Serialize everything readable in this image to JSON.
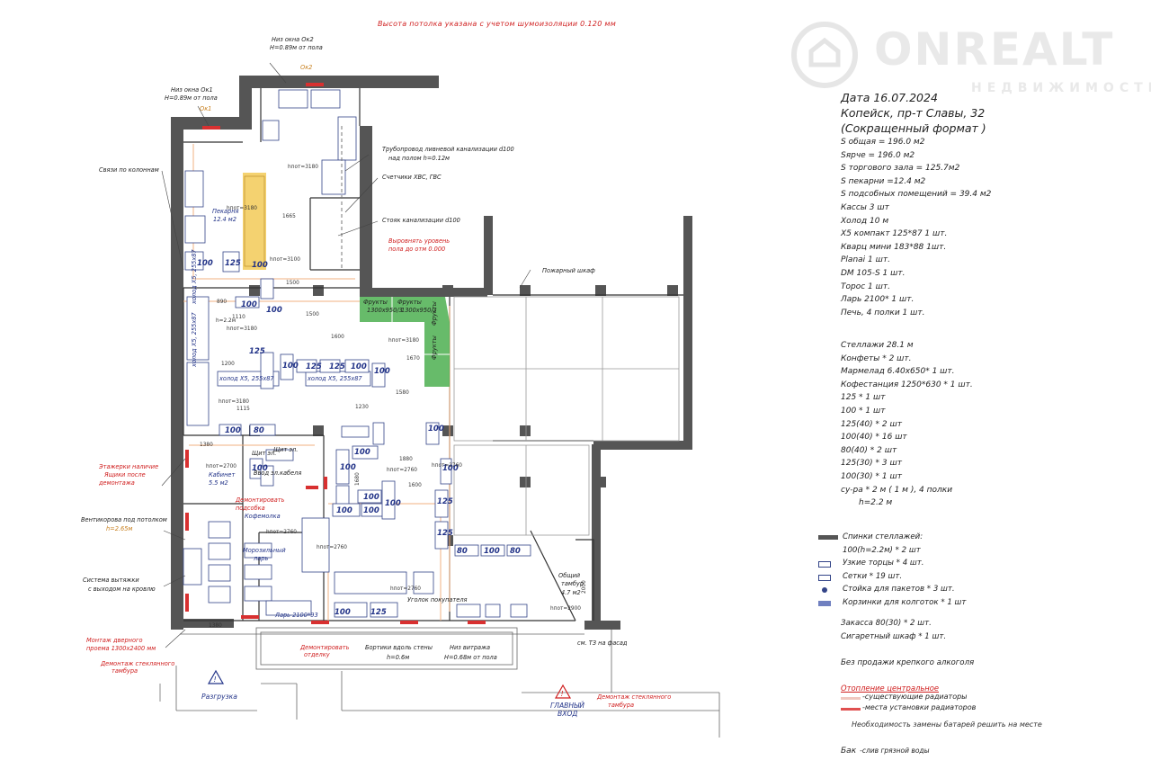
{
  "header_note": "Высота потолка указана с учетом шумоизоляции 0.120 мм",
  "logo": {
    "word": "ONREALT",
    "sub": "НЕДВИЖИМОСТЬ"
  },
  "info": {
    "date": "Дата 16.07.2024",
    "address": "Копейск, пр-т Славы, 32",
    "format": "(Сокращенный формат )",
    "lines": [
      "S общая = 196.0 м2",
      "Sярче = 196.0  м2",
      "S торгового зала = 125.7м2",
      "S пекарни  =12.4  м2",
      "S подсобных помещений =  39.4  м2",
      "Кассы 3 шт",
      "Холод  10 м",
      "Х5 компакт 125*87 1 шт.",
      "Кварц мини 183*88  1шт.",
      "Planai 1 шт.",
      "DM 105-S 1 шт.",
      "Торос 1 шт.",
      "Ларь 2100* 1 шт.",
      "Печь, 4 полки 1 шт."
    ]
  },
  "equipment": [
    "Стеллажи  28.1  м",
    "Конфеты * 2 шт.",
    "Мармелад 6.40х650*  1 шт.",
    "Кофестанция  1250*630 * 1 шт.",
    "125 * 1 шт",
    "100 * 1 шт",
    "125(40) * 2 шт",
    "100(40) * 16 шт",
    "80(40) * 2  шт",
    "125(30) * 3 шт",
    "100(30) * 1 шт",
    "су-ра * 2 м ( 1 м ), 4 полки",
    "h=2.2 м"
  ],
  "legend": [
    {
      "symbol": "bar",
      "text": "Спинки стеллажей:"
    },
    {
      "symbol": "none",
      "text": "100(h=2.2м) * 2 шт"
    },
    {
      "symbol": "small",
      "text": "Узкие торцы * 4 шт."
    },
    {
      "symbol": "small",
      "text": "Сетки * 19 шт."
    },
    {
      "symbol": "dot",
      "text": "Стойка  для  пакетов  * 3 шт."
    },
    {
      "symbol": "basket",
      "text": "Корзинки для колготок * 1 шт"
    }
  ],
  "legend2": [
    "Закасса 80(30) * 2 шт.",
    "Сигаретный шкаф * 1 шт.",
    "",
    "Без продажи крепкого алкоголя"
  ],
  "heating": {
    "title": "Отопление центральное",
    "items": [
      {
        "color": "#f0c8c0",
        "text": "-существующие радиаторы"
      },
      {
        "color": "#e05050",
        "text": "-места установки радиаторов"
      }
    ],
    "note": "Необходимость замены батарей решить на месте"
  },
  "drain": {
    "key": "Бак",
    "text": "-слив грязной воды"
  },
  "plan": {
    "labels": [
      {
        "t": "Низ окна Ок2",
        "c": "#222"
      },
      {
        "t": "H=0.89м  от пола",
        "c": "#222"
      },
      {
        "t": "Ок2",
        "c": "#c88020"
      },
      {
        "t": "Низ окна Ок1",
        "c": "#222"
      },
      {
        "t": "H=0.89м  от пола",
        "c": "#222"
      },
      {
        "t": "Ок1",
        "c": "#c88020"
      },
      {
        "t": "Связи по колоннам",
        "c": "#222"
      },
      {
        "t": "Трубопровод ливневой канализации d100",
        "c": "#222"
      },
      {
        "t": "над полом h=0.12м",
        "c": "#222"
      },
      {
        "t": "Счетчики ХВС, ГВС",
        "c": "#222"
      },
      {
        "t": "Стояк канализации d100",
        "c": "#222"
      },
      {
        "t": "Выровнять уровень",
        "c": "#d02020"
      },
      {
        "t": "пола до отм 0.000",
        "c": "#d02020"
      },
      {
        "t": "Пожарный шкаф",
        "c": "#222"
      },
      {
        "t": "Фрукты",
        "c": "#222"
      },
      {
        "t": "1300х950/3",
        "c": "#222"
      },
      {
        "t": "Фрукты",
        "c": "#222"
      },
      {
        "t": "1300х950/3",
        "c": "#222"
      },
      {
        "t": "Фрукты",
        "c": "#222"
      },
      {
        "t": "Фрукты",
        "c": "#222"
      },
      {
        "t": "холод Х5, 255х87",
        "c": "#223388"
      },
      {
        "t": "холод Х5, 255х87",
        "c": "#223388"
      },
      {
        "t": "холод Х5, 255х87",
        "c": "#223388"
      },
      {
        "t": "холод Х5, 255х87",
        "c": "#223388"
      },
      {
        "t": "Пекарня",
        "c": "#223388"
      },
      {
        "t": "12.4  м2",
        "c": "#223388"
      },
      {
        "t": "Щит эл.",
        "c": "#222"
      },
      {
        "t": "Ввод эл.кабеля",
        "c": "#222"
      },
      {
        "t": "Этажерки наличие",
        "c": "#d02020"
      },
      {
        "t": "Ящики после",
        "c": "#d02020"
      },
      {
        "t": "демонтажа",
        "c": "#d02020"
      },
      {
        "t": "Кабинет",
        "c": "#223388"
      },
      {
        "t": "5.5  м2",
        "c": "#223388"
      },
      {
        "t": "Демонтировать",
        "c": "#d02020"
      },
      {
        "t": "подсобка",
        "c": "#d02020"
      },
      {
        "t": "Вентикорова под потолком",
        "c": "#222"
      },
      {
        "t": "h=2.65м",
        "c": "#c88020"
      },
      {
        "t": "Система вытяжки",
        "c": "#222"
      },
      {
        "t": "с выходом на кровлю",
        "c": "#222"
      },
      {
        "t": "Монтаж дверного",
        "c": "#d02020"
      },
      {
        "t": "проема  1300х2400  мм",
        "c": "#d02020"
      },
      {
        "t": "Демонтаж стеклянного",
        "c": "#d02020"
      },
      {
        "t": "тамбура",
        "c": "#d02020"
      },
      {
        "t": "Разгрузка",
        "c": "#223388"
      },
      {
        "t": "Демонтировать",
        "c": "#d02020"
      },
      {
        "t": "отделку",
        "c": "#d02020"
      },
      {
        "t": "Бортики вдоль стены",
        "c": "#222"
      },
      {
        "t": "h=0.6м",
        "c": "#222"
      },
      {
        "t": "Низ витража",
        "c": "#222"
      },
      {
        "t": "H=0.68м  от пола",
        "c": "#222"
      },
      {
        "t": "Уголок покупателя",
        "c": "#222"
      },
      {
        "t": "ГЛАВНЫЙ",
        "c": "#223388"
      },
      {
        "t": "ВХОД",
        "c": "#223388"
      },
      {
        "t": "Демонтаж стеклянного",
        "c": "#d02020"
      },
      {
        "t": "тамбура",
        "c": "#d02020"
      },
      {
        "t": "Общий",
        "c": "#222"
      },
      {
        "t": "тамбур",
        "c": "#222"
      },
      {
        "t": "4.7 м2",
        "c": "#222"
      },
      {
        "t": "см. ТЗ на фасад",
        "c": "#222"
      },
      {
        "t": "Щит эл.",
        "c": "#222"
      },
      {
        "t": "Ларь 2100*93",
        "c": "#223388"
      },
      {
        "t": "Кофемолка",
        "c": "#223388"
      },
      {
        "t": "Морозильный",
        "c": "#223388"
      },
      {
        "t": "ларь",
        "c": "#223388"
      }
    ],
    "numbers": [
      "100",
      "125",
      "100",
      "100",
      "100",
      "125",
      "100",
      "125",
      "125",
      "100",
      "100",
      "100",
      "80",
      "100",
      "100",
      "100",
      "100",
      "100",
      "100",
      "100",
      "125",
      "125",
      "80",
      "100",
      "80",
      "100",
      "100",
      "100",
      "125"
    ],
    "dims": [
      "1500",
      "1500",
      "1600",
      "1200",
      "1580",
      "1670",
      "1380",
      "1380",
      "1880",
      "1600",
      "2000",
      "890",
      "1110",
      "1115",
      "1665",
      "1230",
      "1680",
      "hпот=3180",
      "hпот=3180",
      "hпот=3100",
      "hпот=3180",
      "hпот=3180",
      "hпот=3180",
      "hпот=2760",
      "hпот=2760",
      "hпот=2760",
      "hпот=2760",
      "hпот=2700",
      "hпот=2760",
      "hпот=2900",
      "h=2.2м"
    ]
  }
}
